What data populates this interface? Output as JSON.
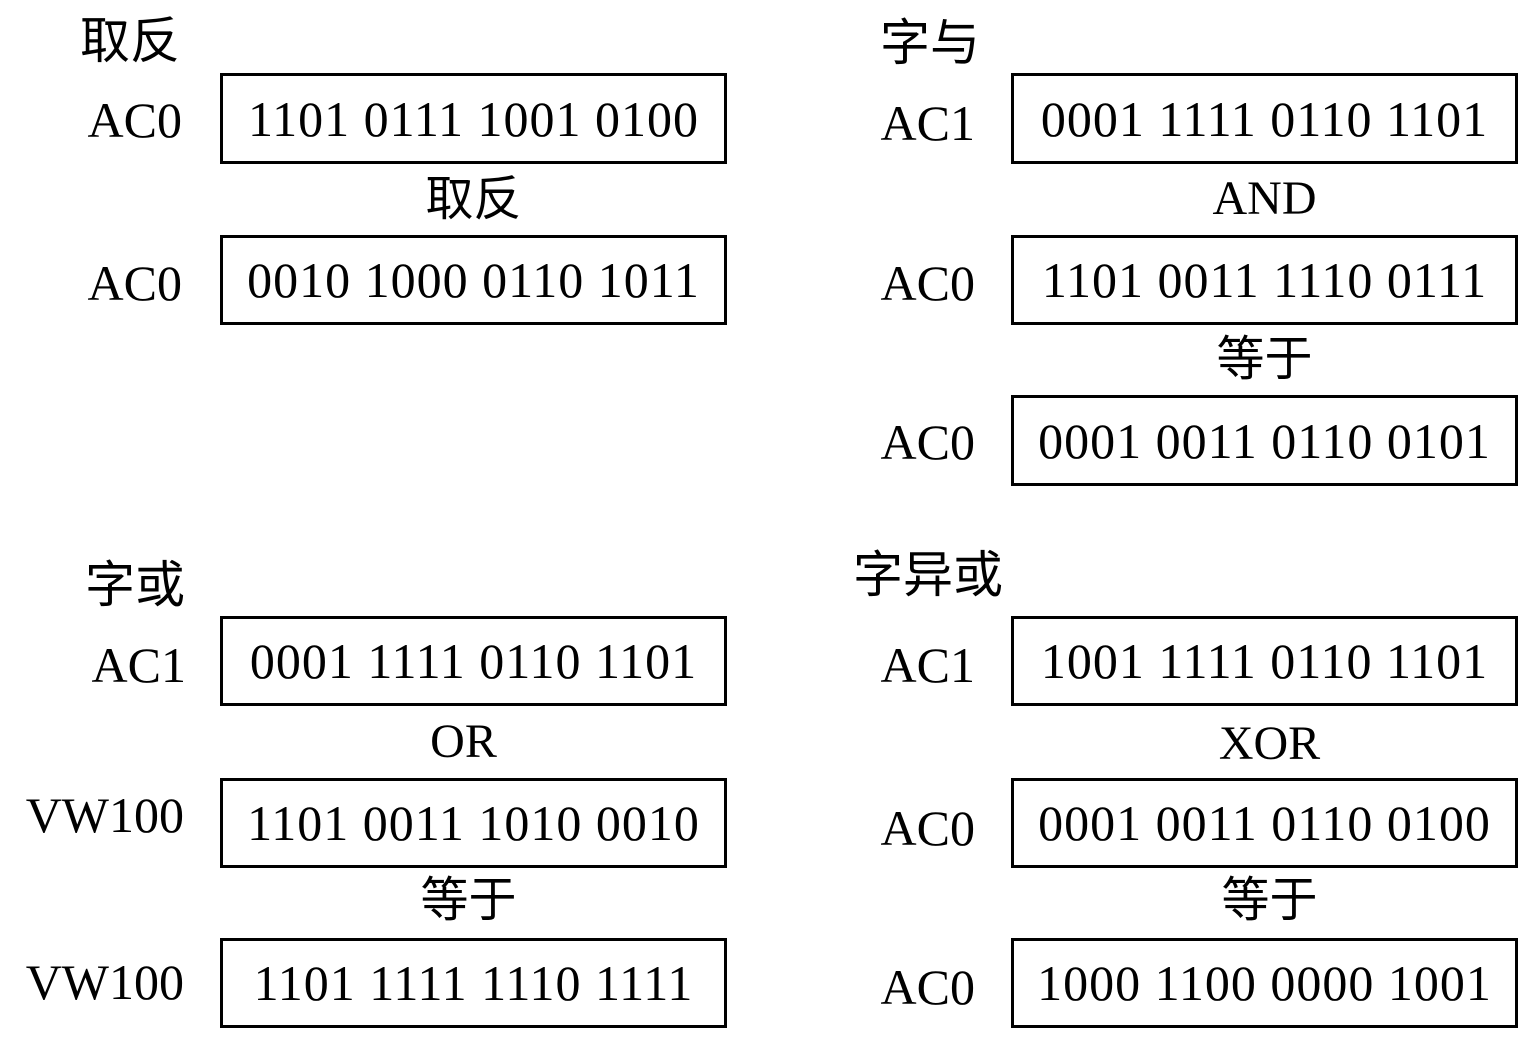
{
  "panels": {
    "not": {
      "title": "取反",
      "op1_reg": "AC0",
      "op1_value": "1101 0111 1001 0100",
      "operator": "取反",
      "result_reg": "AC0",
      "result_value": "0010 1000 0110 1011"
    },
    "and": {
      "title": "字与",
      "op1_reg": "AC1",
      "op1_value": "0001 1111 0110 1101",
      "operator": "AND",
      "op2_reg": "AC0",
      "op2_value": "1101 0011 1110 0111",
      "equals": "等于",
      "result_reg": "AC0",
      "result_value": "0001 0011 0110 0101"
    },
    "or": {
      "title": "字或",
      "op1_reg": "AC1",
      "op1_value": "0001 1111 0110 1101",
      "operator": "OR",
      "op2_reg": "VW100",
      "op2_value": "1101 0011 1010 0010",
      "equals": "等于",
      "result_reg": "VW100",
      "result_value": "1101 1111 1110 1111"
    },
    "xor": {
      "title": "字异或",
      "op1_reg": "AC1",
      "op1_value": "1001 1111 0110 1101",
      "operator": "XOR",
      "op2_reg": "AC0",
      "op2_value": "0001 0011 0110 0100",
      "equals": "等于",
      "result_reg": "AC0",
      "result_value": "1000 1100 0000 1001"
    }
  }
}
